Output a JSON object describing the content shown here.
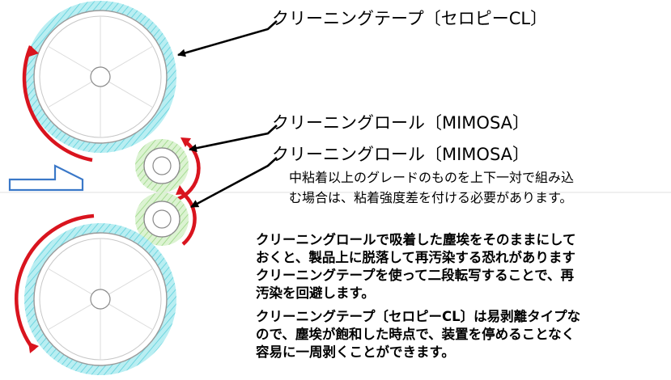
{
  "labels": {
    "cleaning_tape": "クリーニングテープ〔セロピーCL〕",
    "cleaning_roll_upper": "クリーニングロール〔MIMOSA〕",
    "cleaning_roll_lower": "クリーニングロール〔MIMOSA〕"
  },
  "note": [
    "中粘着以上のグレードのものを上下一対で組み込",
    "む場合は、粘着強度差を付ける必要があります。"
  ],
  "description": [
    "クリーニングロールで吸着した塵埃をそのままにして",
    "おくと、製品上に脱落して再汚染する恐れがあります",
    "クリーニングテープを使って二段転写することで、再",
    "汚染を回避します。",
    "クリーニングテープ〔セロピーCL〕は易剥離タイプな",
    "ので、塵埃が飽和した時点で、装置を停めることなく",
    "容易に一周剥くことができます。"
  ],
  "colors": {
    "tape": "#8fe3ea",
    "roll": "#b8e6a6",
    "rotation_arrow": "#d9141e",
    "feed_arrow": "#3a78c8",
    "leader": "#000000"
  }
}
